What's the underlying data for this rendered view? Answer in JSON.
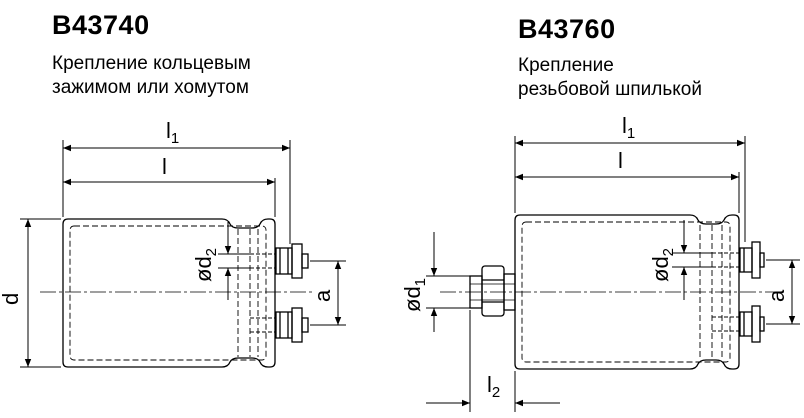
{
  "left": {
    "model": "B43740",
    "desc_line1": "Крепление кольцевым",
    "desc_line2": "зажимом или хомутом",
    "labels": {
      "l1": "l",
      "l1_sub": "1",
      "l": "l",
      "d": "d",
      "d2": "ød",
      "d2_sub": "2",
      "a": "a"
    }
  },
  "right": {
    "model": "B43760",
    "desc_line1": "Крепление",
    "desc_line2": "резьбовой шпилькой",
    "labels": {
      "l1": "l",
      "l1_sub": "1",
      "l": "l",
      "d1": "ød",
      "d1_sub": "1",
      "d2": "ød",
      "d2_sub": "2",
      "a": "a",
      "l2": "l",
      "l2_sub": "2"
    }
  }
}
